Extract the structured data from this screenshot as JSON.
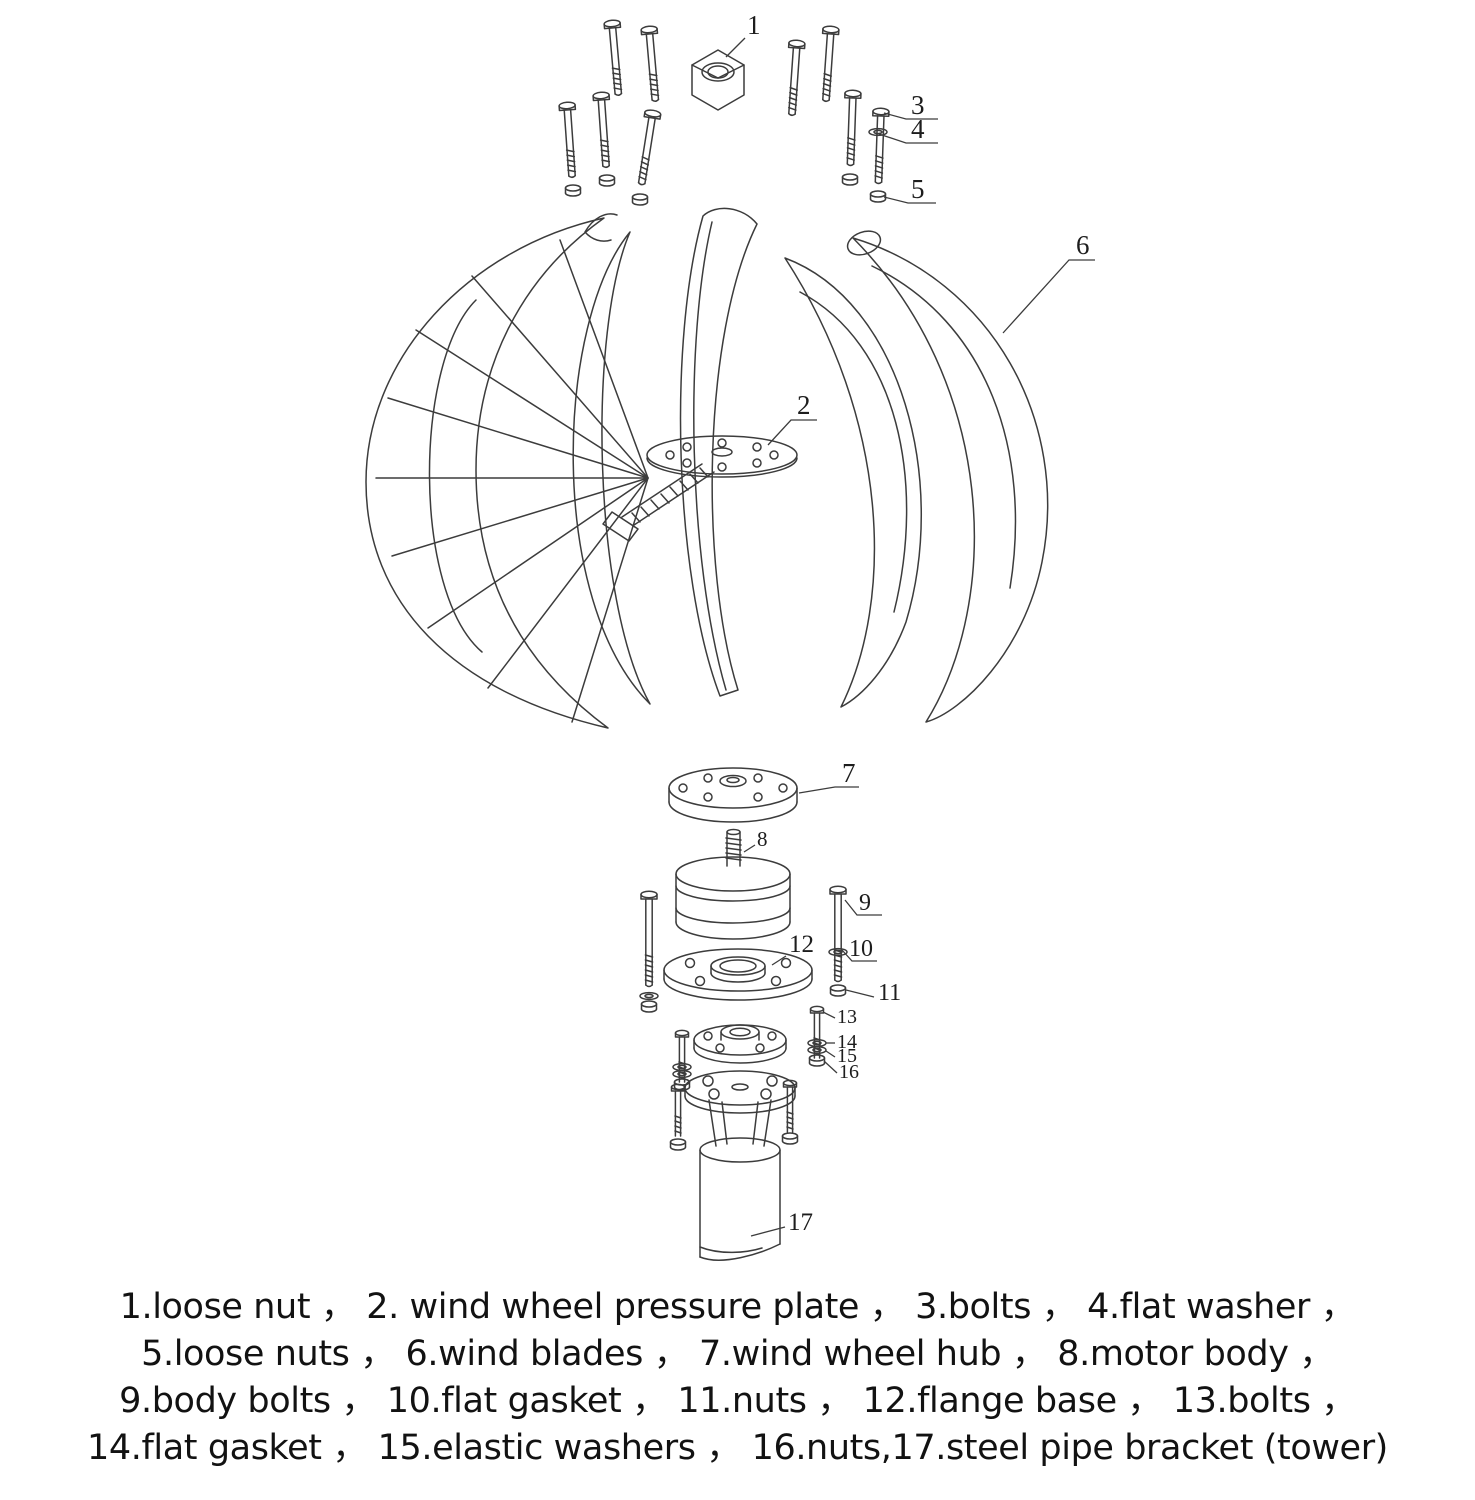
{
  "figure": {
    "kind": "exploded-view line drawing",
    "subject": "lantern-type vertical axis wind turbine assembly"
  },
  "callouts": [
    "1",
    "2",
    "3",
    "4",
    "5",
    "6",
    "7",
    "8",
    "9",
    "10",
    "11",
    "12",
    "13",
    "14",
    "15",
    "16",
    "17"
  ],
  "parts": [
    {
      "num": "1",
      "name": "loose nut"
    },
    {
      "num": "2",
      "name": "wind wheel pressure plate"
    },
    {
      "num": "3",
      "name": "bolts"
    },
    {
      "num": "4",
      "name": "flat washer"
    },
    {
      "num": "5",
      "name": "loose nuts"
    },
    {
      "num": "6",
      "name": "wind blades"
    },
    {
      "num": "7",
      "name": "wind wheel hub"
    },
    {
      "num": "8",
      "name": "motor body"
    },
    {
      "num": "9",
      "name": "body bolts"
    },
    {
      "num": "10",
      "name": "flat gasket"
    },
    {
      "num": "11",
      "name": "nuts"
    },
    {
      "num": "12",
      "name": "flange base"
    },
    {
      "num": "13",
      "name": "bolts"
    },
    {
      "num": "14",
      "name": "flat gasket"
    },
    {
      "num": "15",
      "name": "elastic washers"
    },
    {
      "num": "16",
      "name": "nuts"
    },
    {
      "num": "17",
      "name": "steel pipe bracket (tower)"
    }
  ],
  "legend": {
    "lines": [
      "1.loose nut ， 2. wind wheel pressure plate ， 3.bolts ， 4.flat washer ，",
      "5.loose nuts ， 6.wind blades ， 7.wind wheel hub ， 8.motor body ，",
      "9.body bolts ， 10.flat gasket ， 11.nuts ， 12.flange base ， 13.bolts ，",
      "14.flat gasket ， 15.elastic washers ， 16.nuts,17.steel pipe bracket (tower)"
    ]
  }
}
